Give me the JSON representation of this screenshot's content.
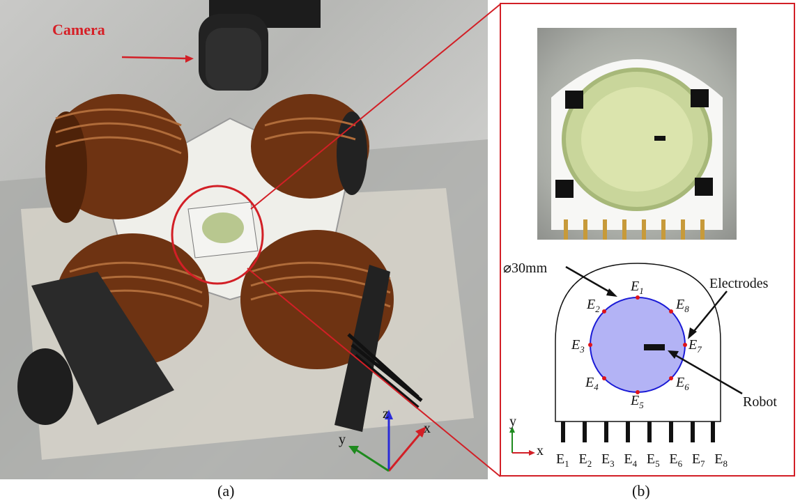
{
  "panel_a": {
    "caption": "(a)",
    "camera_label": "Camera",
    "axes": {
      "x": "x",
      "y": "y",
      "z": "z"
    }
  },
  "panel_b": {
    "caption": "(b)",
    "diameter_label": "⌀30mm",
    "electrodes_label": "Electrodes",
    "robot_label": "Robot",
    "ring_electrodes": [
      {
        "name": "E",
        "sub": "1"
      },
      {
        "name": "E",
        "sub": "2"
      },
      {
        "name": "E",
        "sub": "3"
      },
      {
        "name": "E",
        "sub": "4"
      },
      {
        "name": "E",
        "sub": "5"
      },
      {
        "name": "E",
        "sub": "6"
      },
      {
        "name": "E",
        "sub": "7"
      },
      {
        "name": "E",
        "sub": "8"
      }
    ],
    "pin_labels": [
      {
        "name": "E",
        "sub": "1"
      },
      {
        "name": "E",
        "sub": "2"
      },
      {
        "name": "E",
        "sub": "3"
      },
      {
        "name": "E",
        "sub": "4"
      },
      {
        "name": "E",
        "sub": "5"
      },
      {
        "name": "E",
        "sub": "6"
      },
      {
        "name": "E",
        "sub": "7"
      },
      {
        "name": "E",
        "sub": "8"
      }
    ],
    "axes": {
      "x": "x",
      "y": "y"
    }
  },
  "colors": {
    "accent_red": "#d21f26",
    "dish_fill": "#b3b3f5",
    "dish_stroke": "#1a1ad6",
    "copper": "#7a3a16"
  }
}
